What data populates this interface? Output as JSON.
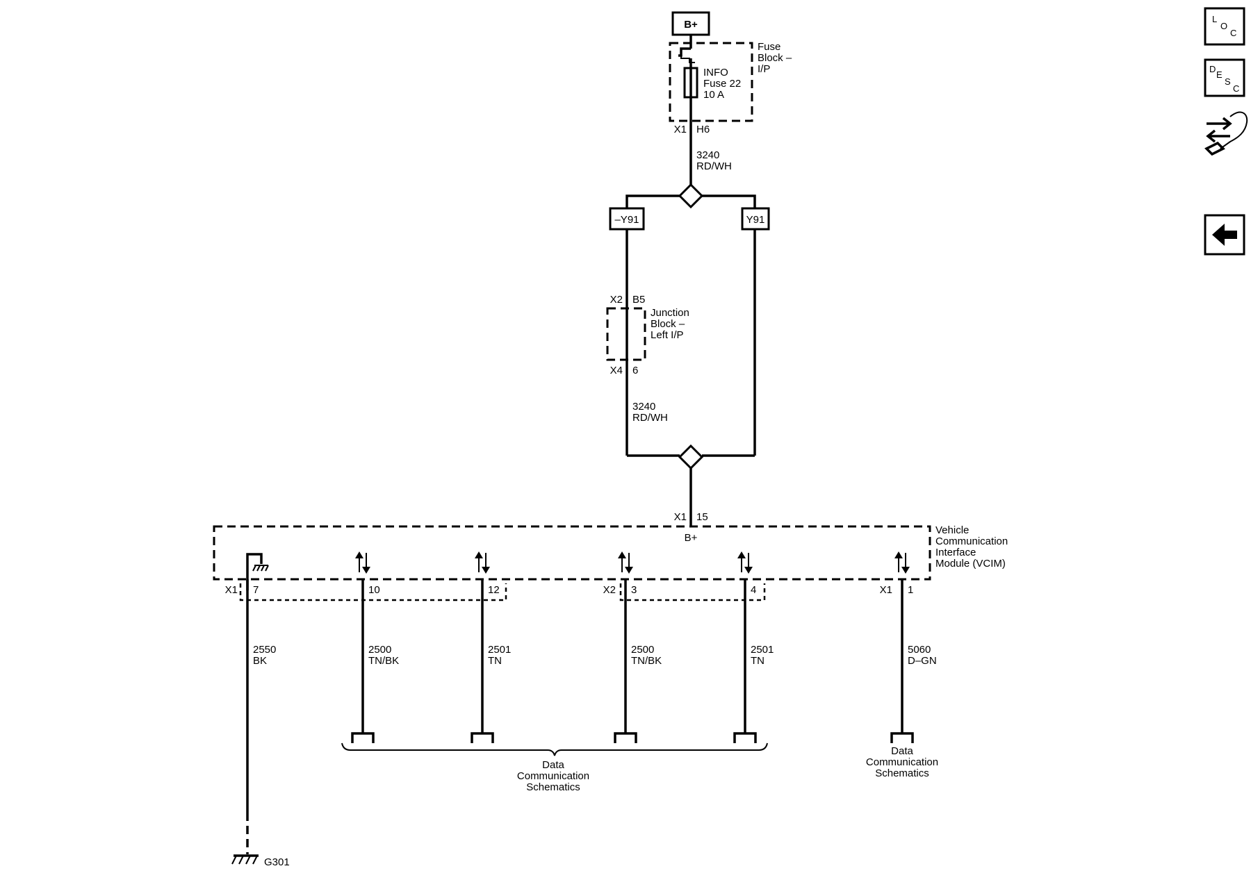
{
  "supply": {
    "label": "B+"
  },
  "fuse_block": {
    "title_1": "Fuse",
    "title_2": "Block –",
    "title_3": "I/P",
    "fuse_line_1": "INFO",
    "fuse_line_2": "Fuse 22",
    "fuse_line_3": "10 A",
    "connector": "X1",
    "pin": "H6"
  },
  "upper_wire": {
    "circuit": "3240",
    "color": "RD/WH"
  },
  "option_left": {
    "label": "–Y91"
  },
  "option_right": {
    "label": "Y91"
  },
  "junction_block": {
    "top_connector": "X2",
    "top_pin": "B5",
    "title_1": "Junction",
    "title_2": "Block –",
    "title_3": "Left I/P",
    "bottom_connector": "X4",
    "bottom_pin": "6"
  },
  "lower_wire": {
    "circuit": "3240",
    "color": "RD/WH"
  },
  "vcim": {
    "connector": "X1",
    "pin": "15",
    "supply": "B+",
    "title_1": "Vehicle",
    "title_2": "Communication",
    "title_3": "Interface",
    "title_4": "Module (VCIM)"
  },
  "pins": [
    {
      "connector": "X1",
      "pin": "7",
      "circuit": "2550",
      "color": "BK"
    },
    {
      "connector": "",
      "pin": "10",
      "circuit": "2500",
      "color": "TN/BK"
    },
    {
      "connector": "",
      "pin": "12",
      "circuit": "2501",
      "color": "TN"
    },
    {
      "connector": "X2",
      "pin": "3",
      "circuit": "2500",
      "color": "TN/BK"
    },
    {
      "connector": "",
      "pin": "4",
      "circuit": "2501",
      "color": "TN"
    },
    {
      "connector": "X1",
      "pin": "1",
      "circuit": "5060",
      "color": "D–GN"
    }
  ],
  "ground": {
    "label": "G301"
  },
  "ref_group": {
    "line_1": "Data",
    "line_2": "Communication",
    "line_3": "Schematics"
  },
  "ref_single": {
    "line_1": "Data",
    "line_2": "Communication",
    "line_3": "Schematics"
  },
  "nav": {
    "loc_1": "L",
    "loc_2": "O",
    "loc_3": "C",
    "desc_1": "D",
    "desc_2": "E",
    "desc_3": "S",
    "desc_4": "C"
  }
}
